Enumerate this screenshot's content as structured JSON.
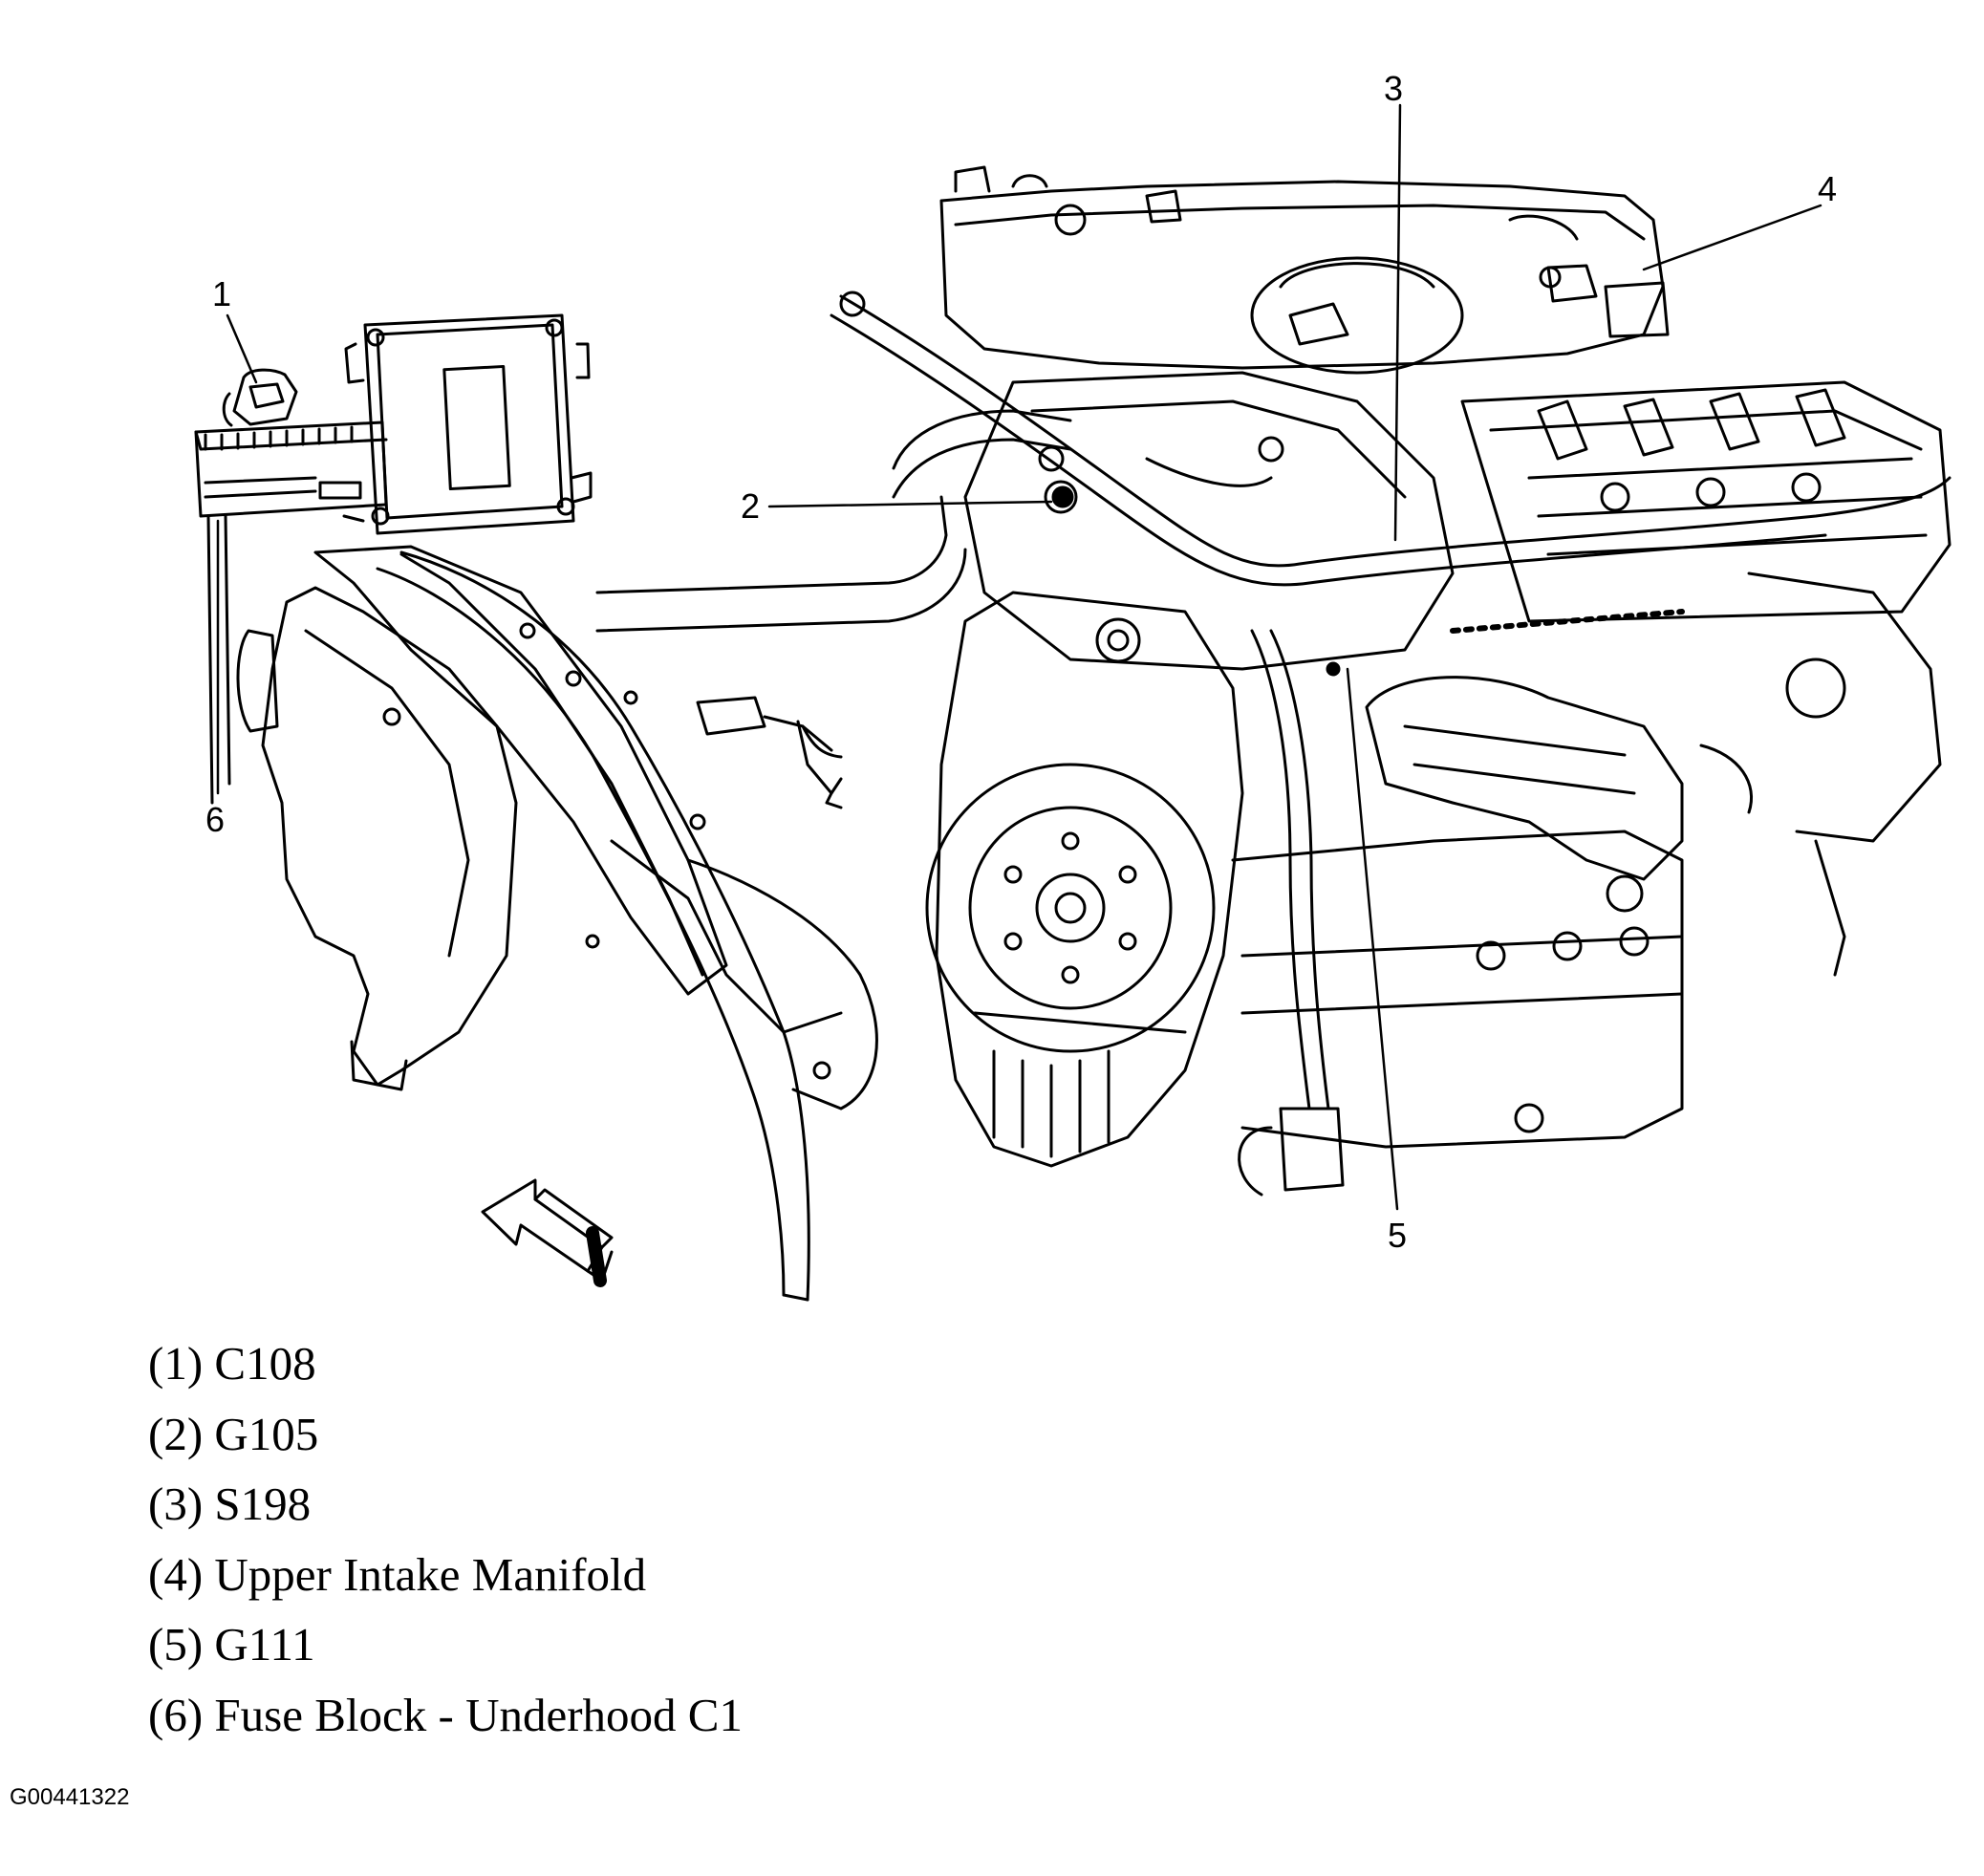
{
  "callouts": [
    {
      "id": "1",
      "label": "1"
    },
    {
      "id": "2",
      "label": "2"
    },
    {
      "id": "3",
      "label": "3"
    },
    {
      "id": "4",
      "label": "4"
    },
    {
      "id": "5",
      "label": "5"
    },
    {
      "id": "6",
      "label": "6"
    }
  ],
  "legend": [
    "(1) C108",
    "(2) G105",
    "(3) S198",
    "(4) Upper Intake Manifold",
    "(5) G111",
    "(6) Fuse Block - Underhood C1"
  ],
  "figure_id": "G00441322",
  "line_color": "#000000"
}
